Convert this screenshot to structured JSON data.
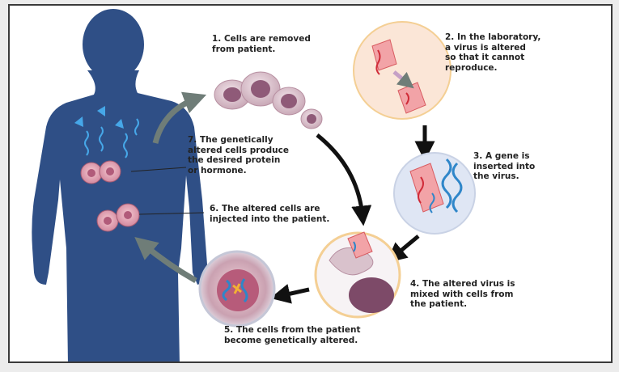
{
  "colors": {
    "silhouette": "#2f4f86",
    "cell_fill": "#d9c2cc",
    "nucleus": "#7a4a6a",
    "virus_circle": "#fbe6d7",
    "arrow_dark": "#111111",
    "arrow_gray": "#6f7d78",
    "gene": "#2f86c9",
    "orange_ring": "#f4cf94"
  },
  "steps": [
    {
      "id": "step-1",
      "text": "1. Cells are removed\n    from patient."
    },
    {
      "id": "step-2",
      "text": "2. In the laboratory,\n    a virus is altered\n    so that it cannot\n    reproduce."
    },
    {
      "id": "step-3",
      "text": "3. A gene is\n    inserted into\n    the virus."
    },
    {
      "id": "step-4",
      "text": "4. The altered virus is\n    mixed with cells from\n    the patient."
    },
    {
      "id": "step-5",
      "text": "5. The cells from the patient\n    become genetically altered."
    },
    {
      "id": "step-6",
      "text": "6. The altered cells are\n    injected into the patient."
    },
    {
      "id": "step-7",
      "text": "7. The genetically\n    altered cells produce\n    the desired protein\n    or hormone."
    }
  ]
}
